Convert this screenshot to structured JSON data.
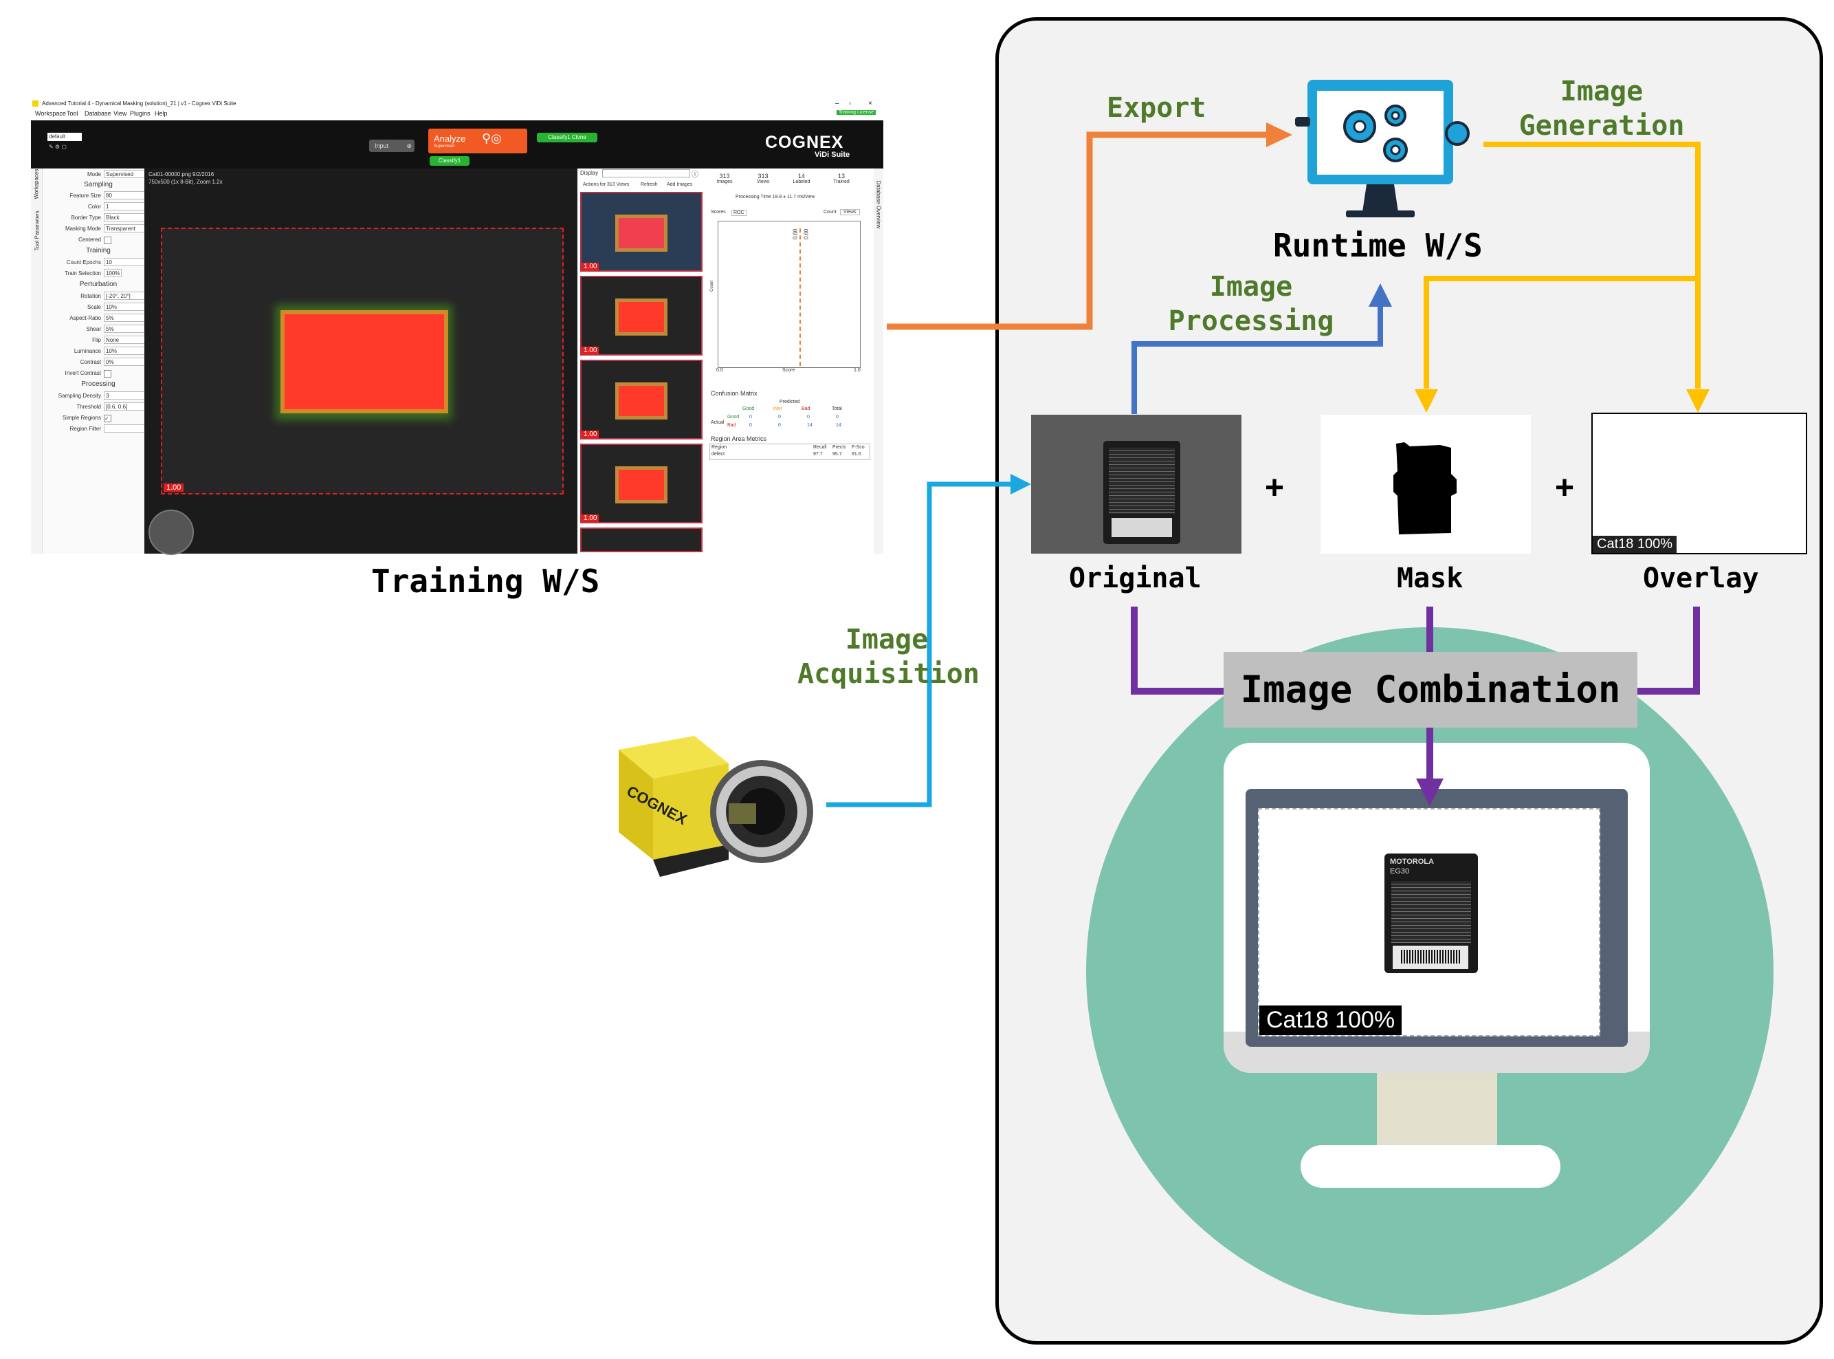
{
  "training_app": {
    "window_title": "Advanced Tutorial 4 - Dynamical Masking (solution)_21 | v1 - Cognex ViDi Suite",
    "menu": [
      "Workspace",
      "Tool",
      "Database",
      "View",
      "Plugins",
      "Help"
    ],
    "license_badge": "Training License",
    "workspace_select": "default",
    "side_tabs": [
      "Workspaces",
      "Tool Parameters"
    ],
    "overview_tab": "Database Overview",
    "pipeline": {
      "input_label": "Input",
      "analyze_label": "Analyze",
      "analyze_sub": "Supervised",
      "classify_clone_label": "Classify1 Clone",
      "classify_label": "Classify1"
    },
    "brand": {
      "name": "COGNEX",
      "sub": "ViDi Suite"
    },
    "params": {
      "mode_label": "Mode",
      "mode_value": "Supervised",
      "sampling_title": "Sampling",
      "feature_size_label": "Feature Size",
      "feature_size_value": "80",
      "color_label": "Color",
      "color_value": "1",
      "border_type_label": "Border Type",
      "border_type_value": "Black",
      "masking_mode_label": "Masking Mode",
      "masking_mode_value": "Transparent",
      "centered_label": "Centered",
      "training_title": "Training",
      "count_epochs_label": "Count Epochs",
      "count_epochs_value": "10",
      "train_selection_label": "Train Selection",
      "train_selection_value": "100%",
      "perturbation_title": "Perturbation",
      "rotation_label": "Rotation",
      "rotation_value": "[-20°, 20°]",
      "scale_label": "Scale",
      "scale_value": "10%",
      "aspect_ratio_label": "Aspect-Ratio",
      "aspect_ratio_value": "5%",
      "shear_label": "Shear",
      "shear_value": "5%",
      "flip_label": "Flip",
      "flip_value": "None",
      "luminance_label": "Luminance",
      "luminance_value": "10%",
      "contrast_label": "Contrast",
      "contrast_value": "0%",
      "invert_contrast_label": "Invert Contrast",
      "processing_title": "Processing",
      "sampling_density_label": "Sampling Density",
      "sampling_density_value": "3",
      "threshold_label": "Threshold",
      "threshold_value": "[0.6, 0.6]",
      "simple_regions_label": "Simple Regions",
      "region_filter_label": "Region Filter"
    },
    "viewer": {
      "file_info": "Cat01-00000.png  9/2/2016",
      "size_info": "750x500 (1x 8-Bit), Zoom 1.2x",
      "score": "1.00"
    },
    "thumbs": {
      "display_label": "Display",
      "actions": "Actions for 313 Views",
      "refresh": "Refresh",
      "add_images": "Add Images",
      "scores": [
        "1.00",
        "1.00",
        "1.00",
        "1.00"
      ]
    },
    "overview": {
      "stats": [
        {
          "value": "313",
          "label": "Images"
        },
        {
          "value": "313",
          "label": "Views"
        },
        {
          "value": "14",
          "label": "Labeled"
        },
        {
          "value": "13",
          "label": "Trained"
        }
      ],
      "processing_time": "Processing Time 18.9 ± 11.7 ms/view",
      "tab_scores": "Scores",
      "tab_roc": "ROC",
      "count_label": "Count",
      "views_select": "Views",
      "y_axis_label": "Count",
      "x_axis_label": "Score",
      "x_min": "0.0",
      "x_max": "1.0",
      "threshold_a": "0.60",
      "threshold_b": "0.60",
      "confusion_title": "Confusion Matrix",
      "predicted": "Predicted",
      "actual": "Actual",
      "col_good": "Good",
      "col_inter": "Inter",
      "col_bad": "Bad",
      "col_total": "Total",
      "row_good": "Good",
      "row_bad": "Bad",
      "good_row": [
        "0",
        "0",
        "0",
        "0"
      ],
      "bad_row": [
        "0",
        "0",
        "14",
        "14"
      ],
      "region_title": "Region Area Metrics",
      "region_headers": [
        "Region",
        "Recall",
        "Precis",
        "F-Sco"
      ],
      "region_row": [
        "defect",
        "97.7",
        "95.7",
        "91.6"
      ]
    }
  },
  "labels": {
    "training_ws": "Training W/S",
    "runtime_ws": "Runtime W/S",
    "export": "Export",
    "image_generation": "Image Generation",
    "image_processing": "Image Processing",
    "image_acquisition": "Image Acquisition",
    "original": "Original",
    "mask": "Mask",
    "overlay": "Overlay",
    "plus": "+",
    "image_combination": "Image Combination",
    "overlay_tag": "Cat18 100%",
    "result_tag": "Cat18 100%"
  },
  "camera": {
    "brand": "COGNEX"
  },
  "battery": {
    "brand": "MOTOROLA",
    "model": "EG30"
  },
  "colors": {
    "export_arrow": "#f0813a",
    "generation_arrow": "#ffc000",
    "processing_arrow": "#4472c4",
    "acquisition_arrow": "#1aa7e0",
    "combination_arrow": "#7030a0",
    "label_green": "#4e7a2a",
    "teal_circle": "#7dc3ae",
    "monitor_blue": "#1ea2d8"
  }
}
